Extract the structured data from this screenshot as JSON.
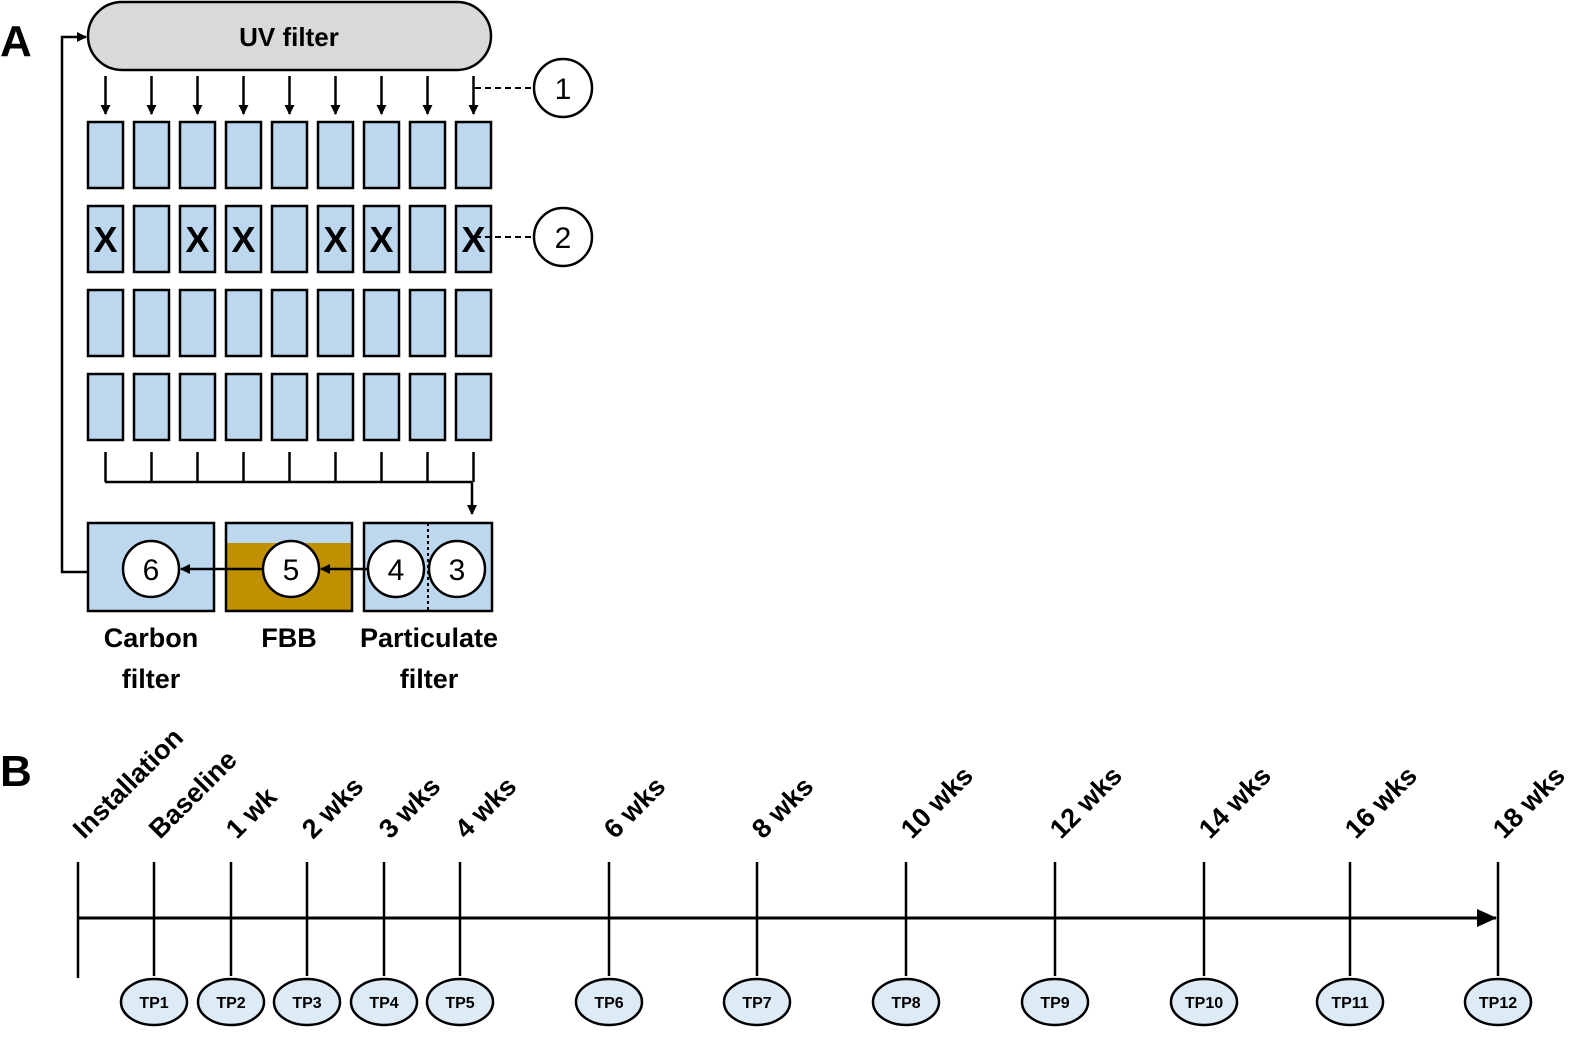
{
  "panel_a": {
    "label": "A",
    "uv_filter": "UV filter",
    "tank_grid": {
      "columns": 9,
      "rows": 4,
      "marked_row": 2,
      "marked_columns": [
        1,
        3,
        4,
        6,
        7,
        9
      ],
      "marker": "X"
    },
    "callouts": [
      {
        "number": "1"
      },
      {
        "number": "2"
      }
    ],
    "filters": [
      {
        "key": "carbon",
        "name_lines": [
          "Carbon",
          "filter"
        ],
        "numbers": [
          "6"
        ],
        "color": "#bdd7ee"
      },
      {
        "key": "fbb",
        "name_lines": [
          "FBB"
        ],
        "numbers": [
          "5"
        ],
        "color": "#bf9000"
      },
      {
        "key": "particulate",
        "name_lines": [
          "Particulate",
          "filter"
        ],
        "numbers": [
          "4",
          "3"
        ],
        "color": "#bdd7ee"
      }
    ],
    "colors": {
      "tank_fill": "#bdd7ee",
      "uv_fill": "#d9d9d9",
      "fbb_fill": "#bf9000"
    }
  },
  "panel_b": {
    "label": "B",
    "timeline": [
      {
        "label": "Installation",
        "tp": null
      },
      {
        "label": "Baseline",
        "tp": "TP1"
      },
      {
        "label": "1 wk",
        "tp": "TP2"
      },
      {
        "label": "2 wks",
        "tp": "TP3"
      },
      {
        "label": "3 wks",
        "tp": "TP4"
      },
      {
        "label": "4 wks",
        "tp": "TP5"
      },
      {
        "label": "6 wks",
        "tp": "TP6"
      },
      {
        "label": "8 wks",
        "tp": "TP7"
      },
      {
        "label": "10 wks",
        "tp": "TP8"
      },
      {
        "label": "12 wks",
        "tp": "TP9"
      },
      {
        "label": "14 wks",
        "tp": "TP10"
      },
      {
        "label": "16 wks",
        "tp": "TP11"
      },
      {
        "label": "18 wks",
        "tp": "TP12"
      }
    ],
    "colors": {
      "tp_fill": "#ddebf7"
    }
  }
}
